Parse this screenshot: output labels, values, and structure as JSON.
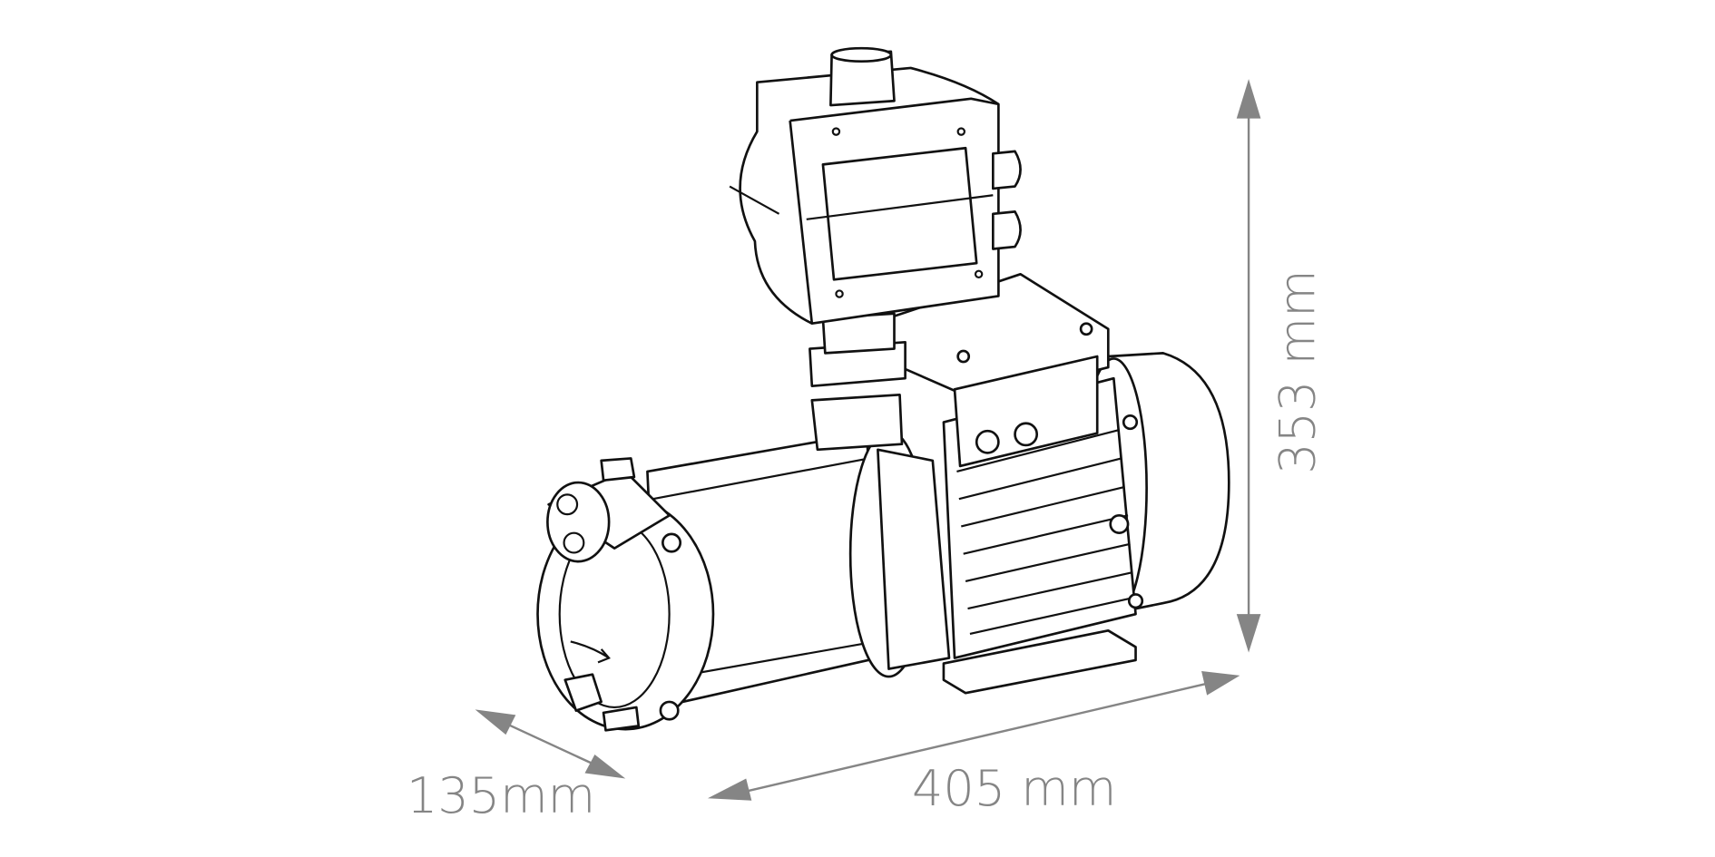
{
  "dimensions": {
    "depth": "135mm",
    "length": "405 mm",
    "height": "353 mm"
  },
  "colors": {
    "dimension": "#858585",
    "outline": "#111111"
  }
}
